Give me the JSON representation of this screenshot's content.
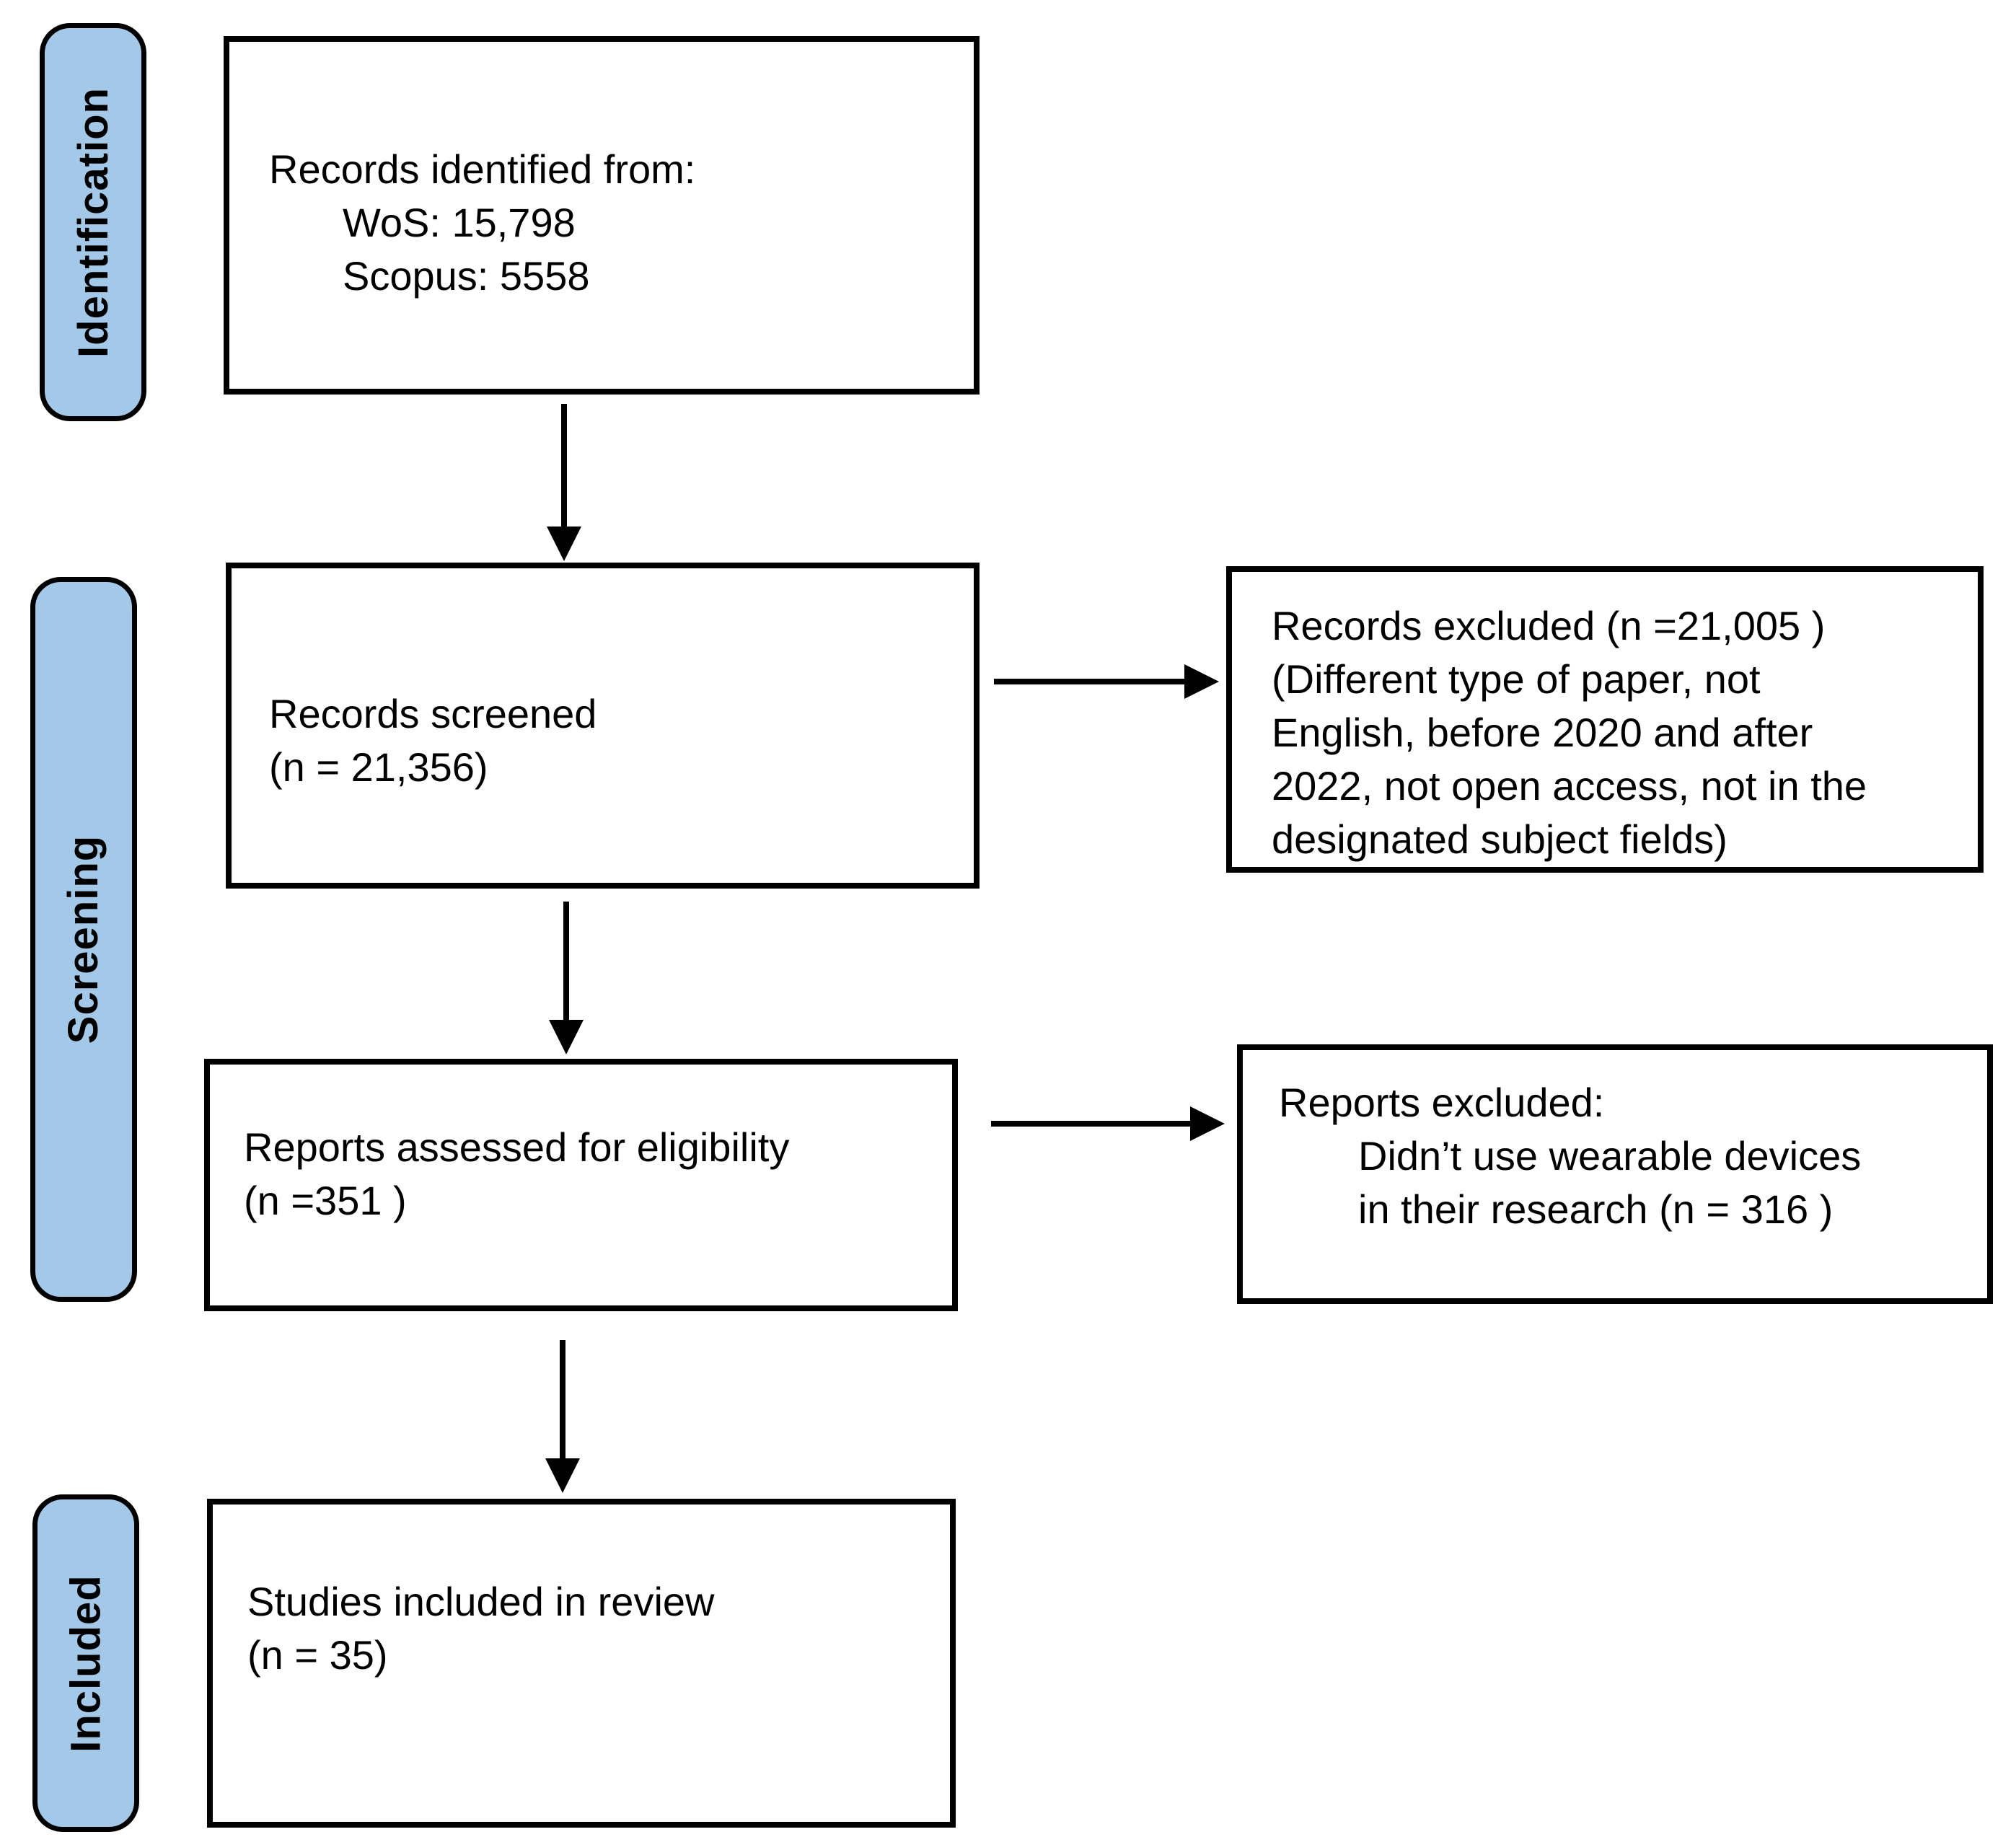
{
  "colors": {
    "stage_fill": "#A4C8E8",
    "box_border": "#000000",
    "box_fill": "#FFFFFF",
    "arrow": "#000000"
  },
  "stage_labels": {
    "identification": "Identification",
    "screening": "Screening",
    "included": "Included"
  },
  "flow_boxes": {
    "records_identified": {
      "title": "Records identified from:",
      "sources": [
        "WoS: 15,798",
        "Scopus: 5558"
      ]
    },
    "records_screened": {
      "line1": "Records screened",
      "line2": "(n = 21,356)"
    },
    "reports_assessed": {
      "line1": "Reports assessed for eligibility",
      "line2": "(n =351 )"
    },
    "studies_included": {
      "line1": "Studies included in review",
      "line2": "(n = 35)"
    }
  },
  "exclusion_boxes": {
    "records_excluded": {
      "lines": [
        "Records excluded (n =21,005 )",
        "(Different type of paper, not",
        "English, before 2020 and after",
        "2022, not open access, not in the",
        "designated subject fields)"
      ]
    },
    "reports_excluded": {
      "title": "Reports excluded:",
      "details": [
        "Didn’t use wearable devices",
        "in their research (n = 316 )"
      ]
    }
  }
}
